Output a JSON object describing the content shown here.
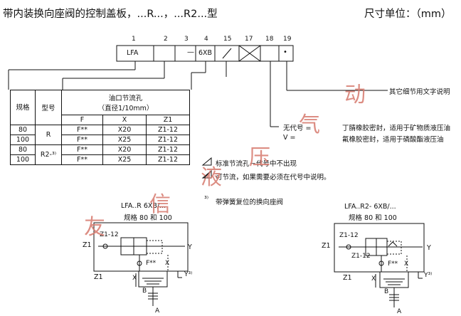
{
  "header": {
    "title": "带内装换向座阀的控制盖板，...R...，...R2...型",
    "unit_label": "尺寸单位：（mm）"
  },
  "order_code": {
    "position_numbers": [
      "1",
      "2",
      "3",
      "4",
      "15",
      "17",
      "18",
      "19"
    ],
    "fields": [
      "LFA",
      "",
      "",
      "6XB",
      "",
      "",
      "",
      "•"
    ],
    "field4_prefix": "—",
    "field15_symbol": "/"
  },
  "legend_right": {
    "other_details": "其它细节用文字说明",
    "seal_label_1": "无代号 =",
    "seal_desc_1": "丁腈橡胶密封，适用于矿物质液压油",
    "seal_label_2": "V =",
    "seal_desc_2": "氟橡胶密封，适用于磷酸酯液压油"
  },
  "spec_table": {
    "headers": {
      "size": "规格",
      "type": "型号",
      "orifice": "油口节流孔",
      "orifice_sub": "（直径1/10mm）",
      "cols": [
        "F",
        "X",
        "Z1"
      ]
    },
    "rows": [
      {
        "size": "80",
        "type": "R",
        "f": "F**",
        "x": "X20",
        "z1": "Z1-12"
      },
      {
        "size": "100",
        "type": "",
        "f": "F**",
        "x": "X25",
        "z1": "Z1-12"
      },
      {
        "size": "80",
        "type": "R2-³⁾",
        "f": "F**",
        "x": "X20",
        "z1": "Z1-12"
      },
      {
        "size": "100",
        "type": "",
        "f": "F**",
        "x": "X25",
        "z1": "Z1-12"
      }
    ]
  },
  "notes": {
    "standard_orifice": "标准节流孔－代号中不出现",
    "adjustable": "可节流，如果需要必须在代号中说明。",
    "footnote_mark": "³⁾",
    "footnote": "带弹簧复位的换向座阀"
  },
  "diagrams": [
    {
      "title": "LFA..R 6XB/...",
      "subtitle": "规格 80 和 100",
      "labels": {
        "z1_orifice": "Z1-12",
        "z1": "Z1",
        "y": "Y",
        "f": "F**",
        "x": "X",
        "z1_bottom": "Z1",
        "x_bottom": "X",
        "b": "B",
        "a": "A",
        "y3": "Y³⁾"
      }
    },
    {
      "title": "LFA..R2- 6XB/...",
      "subtitle": "规格 80 和 100",
      "labels": {
        "z1_orifice": "Z1-12",
        "z1_orifice_2": "Z1-12",
        "z1": "Z1",
        "y": "Y",
        "f": "F**",
        "x": "X",
        "z1_bottom": "Z1",
        "x_bottom": "X",
        "b": "B",
        "a": "A",
        "y3": "Y³⁾"
      }
    }
  ],
  "watermark": [
    "友",
    "信",
    "液",
    "压",
    "气",
    "动"
  ]
}
